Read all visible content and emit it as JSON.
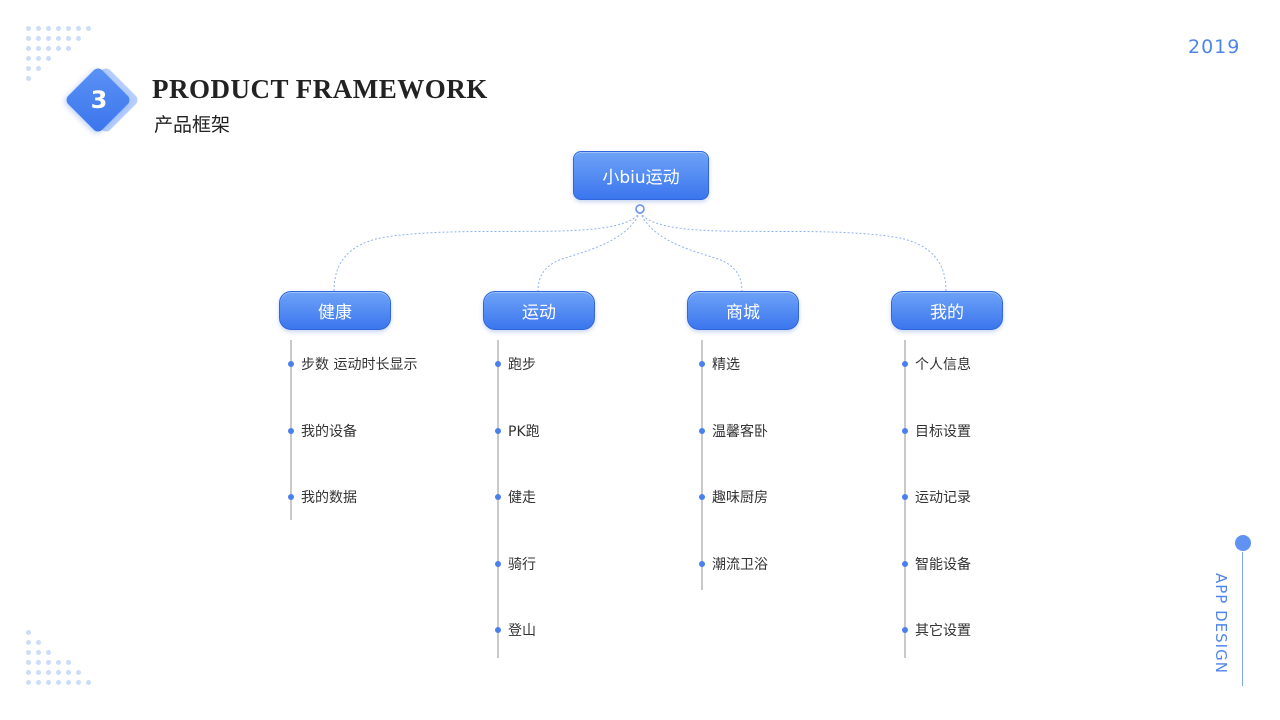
{
  "year": "2019",
  "badge": {
    "number": "3"
  },
  "header": {
    "title_en": "PRODUCT FRAMEWORK",
    "title_cn": "产品框架"
  },
  "side_label": "APP DESIGN",
  "tree": {
    "root": "小biu运动",
    "categories": [
      {
        "label": "健康",
        "items": [
          "步数 运动时长显示",
          "我的设备",
          "我的数据"
        ]
      },
      {
        "label": "运动",
        "items": [
          "跑步",
          "PK跑",
          "健走",
          "骑行",
          "登山"
        ]
      },
      {
        "label": "商城",
        "items": [
          "精选",
          "温馨客卧",
          "趣味厨房",
          "潮流卫浴"
        ]
      },
      {
        "label": "我的",
        "items": [
          "个人信息",
          "目标设置",
          "运动记录",
          "智能设备",
          "其它设置"
        ]
      }
    ]
  },
  "colors": {
    "accent": "#3b76ee",
    "accent_light": "#6ea2f7",
    "dots": "#cddcf7"
  }
}
